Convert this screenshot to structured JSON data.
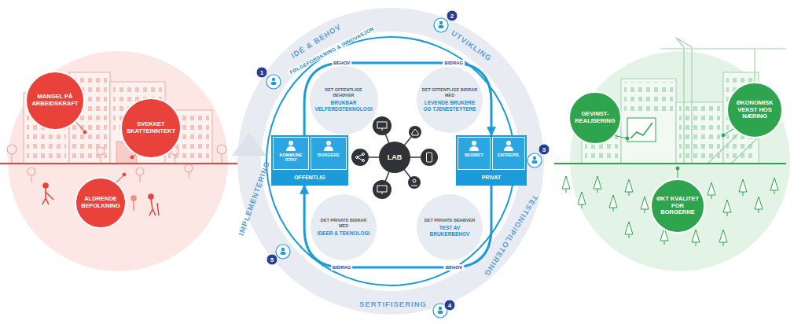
{
  "diagram": {
    "nodes": [
      {
        "text": [
          "MANGEL PÅ ARBEIDSKRAFT"
        ]
      },
      {
        "text": [
          "SVEKKET SKATTEINNTEKT"
        ]
      },
      {
        "text": [
          "ALDRENDE BEFOLKNING"
        ]
      },
      {
        "text": [
          "OFFENTLIG"
        ]
      },
      {
        "text": [
          "KOMMUNE /STAT"
        ],
        "in": 3
      },
      {
        "text": [
          "BORGERE"
        ],
        "in": 3
      },
      {
        "text": [
          "DET OFFENTLIGE BEHØVER",
          "BRUKBAR VELFERDSTEKNOLOGI"
        ]
      },
      {
        "text": [
          "DET OFFENTLIGE BIDRAR MED",
          "LEVENDE BRUKERE OG TJENESTEYTERE"
        ]
      },
      {
        "text": [
          "LAB"
        ]
      },
      {
        "text": [
          "PRIVAT"
        ]
      },
      {
        "text": [
          "BEDRIFT"
        ],
        "in": 9
      },
      {
        "text": [
          "ENTREPR."
        ],
        "in": 9
      },
      {
        "text": [
          "DET PRIVATE BIDRAR MED",
          "IDEER & TEKNOLOGI"
        ]
      },
      {
        "text": [
          "DET PRIVATE BEHØVER",
          "TEST AV BRUKERBEHOV"
        ]
      },
      {
        "text": [
          "GEVINST-REALISERING"
        ]
      },
      {
        "text": [
          "ØKONOMISK VEKST HOS NÆRING"
        ]
      },
      {
        "text": [
          "ØKT KVALITET FOR BORGERNE"
        ]
      }
    ],
    "edges": [
      {
        "from": 3,
        "to": 9,
        "label": "BEHOV",
        "arrow": "to"
      },
      {
        "from": 9,
        "to": 3,
        "label": "BIDRAG",
        "arrow": "to"
      }
    ],
    "labels": [
      "1",
      "2",
      "3",
      "4",
      "5",
      "IDÉ & BEHOV",
      "UTVIKLING",
      "TESTING/PILOTERING",
      "SERTIFISERING",
      "IMPLEMENTERING",
      "FØLGEFORSKNING & INNOVASJON",
      "BIDRAG",
      "BEHOV"
    ]
  }
}
